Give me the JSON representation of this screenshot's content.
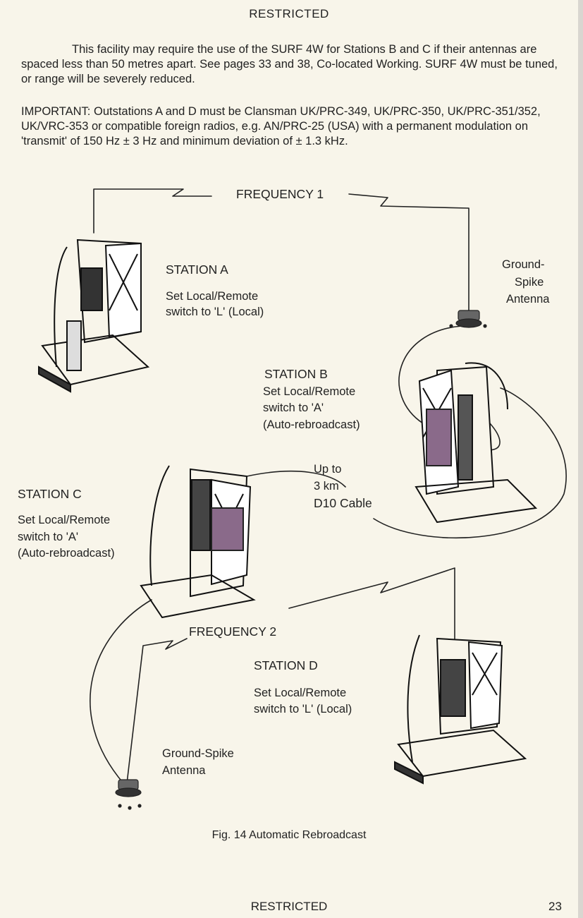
{
  "header": {
    "classification": "RESTRICTED"
  },
  "paragraphs": {
    "p1": "This facility may require the use of the SURF 4W for Stations B and C if their antennas are spaced less than 50 metres apart. See pages 33 and 38, Co-located Working. SURF 4W must be tuned, or range will be severely reduced.",
    "p2": "IMPORTANT: Outstations A and D must be Clansman UK/PRC-349, UK/PRC-350, UK/PRC-351/352, UK/VRC-353 or compatible foreign radios, e.g. AN/PRC-25 (USA) with a permanent modulation on 'transmit' of 150 Hz ± 3 Hz and minimum deviation of ± 1.3 kHz."
  },
  "diagram": {
    "frequency1": "FREQUENCY 1",
    "frequency2": "FREQUENCY 2",
    "station_a": {
      "title": "STATION A",
      "line1": "Set Local/Remote",
      "line2": "switch to 'L' (Local)"
    },
    "station_b": {
      "title": "STATION B",
      "line1": "Set Local/Remote",
      "line2": "switch to 'A'",
      "line3": "(Auto-rebroadcast)"
    },
    "station_c": {
      "title": "STATION C",
      "line1": "Set Local/Remote",
      "line2": "switch to 'A'",
      "line3": "(Auto-rebroadcast)"
    },
    "station_d": {
      "title": "STATION D",
      "line1": "Set Local/Remote",
      "line2": "switch to 'L' (Local)"
    },
    "antenna_right": {
      "line1": "Ground-",
      "line2": "Spike",
      "line3": "Antenna"
    },
    "antenna_left": {
      "line1": "Ground-Spike",
      "line2": "Antenna"
    },
    "cable": {
      "line1": "Up to",
      "line2": "3 km",
      "line3": "D10 Cable"
    }
  },
  "caption": "Fig. 14 Automatic Rebroadcast",
  "footer": {
    "classification": "RESTRICTED",
    "page_number": "23"
  }
}
